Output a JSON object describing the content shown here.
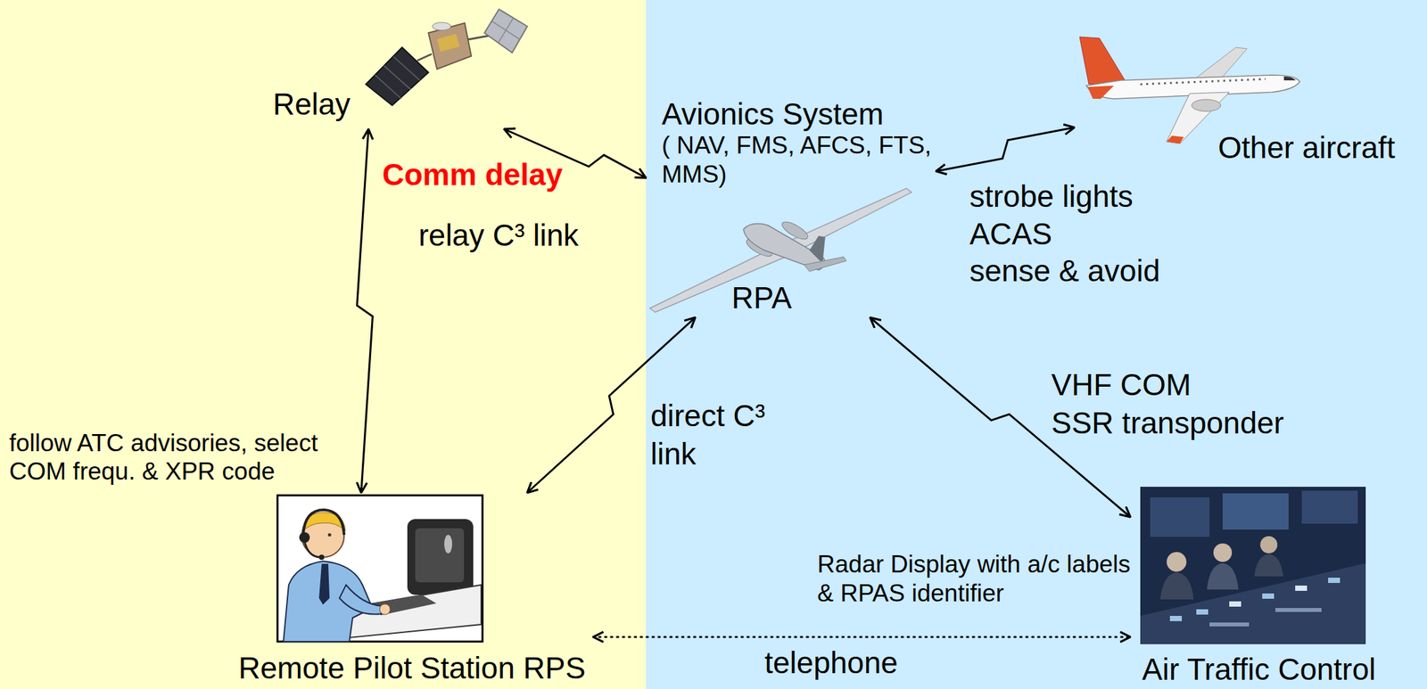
{
  "diagram": {
    "nodes": [
      {
        "text": [
          "Relay"
        ]
      },
      {
        "text": [
          "RPA"
        ]
      },
      {
        "text": [
          "Other aircraft"
        ]
      },
      {
        "text": [
          "Remote Pilot Station RPS"
        ]
      },
      {
        "text": [
          "Air Traffic Control"
        ]
      }
    ],
    "edges": [
      {
        "from": 0,
        "to": 1,
        "arrow": "both",
        "label": "relay C³ link"
      },
      {
        "from": 0,
        "to": 3,
        "arrow": "both"
      },
      {
        "from": 3,
        "to": 1,
        "arrow": "both",
        "label": "direct C³ link"
      },
      {
        "from": 1,
        "to": 2,
        "arrow": "both"
      },
      {
        "from": 1,
        "to": 4,
        "arrow": "both"
      },
      {
        "from": 3,
        "to": 4,
        "arrow": "both",
        "label": "telephone"
      }
    ],
    "labels": [
      "Comm delay",
      "Avionics System",
      "( NAV, FMS, AFCS, FTS, MMS)",
      "follow ATC advisories, select COM frequ. & XPR code",
      "strobe lights",
      "ACAS",
      "sense & avoid",
      "VHF COM",
      "SSR transponder",
      "Radar Display with a/c labels & RPAS identifier"
    ]
  }
}
